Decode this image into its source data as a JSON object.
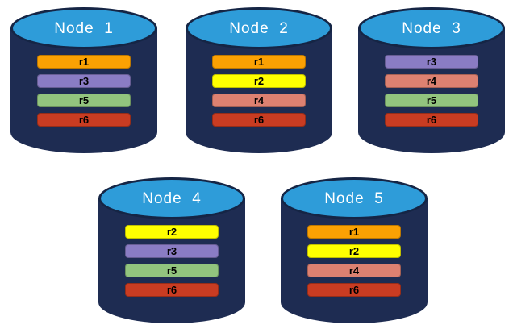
{
  "diagram": {
    "description": "Five database nodes with replicated records",
    "colors": {
      "canvas_bg": "#FFFFFF",
      "node_fill": "#1E2C52",
      "node_top_fill": "#2E9CD9",
      "node_top_border": "#152545",
      "title_color": "#FFFFFF",
      "record_text": "#000000"
    },
    "record_colors": {
      "r1": "#FBA103",
      "r2": "#FFFF00",
      "r3": "#8A7CC4",
      "r4": "#DD8171",
      "r5": "#92C47E",
      "r6": "#C93C22"
    },
    "nodes": [
      {
        "title": "Node  1",
        "records": [
          "r1",
          "r3",
          "r5",
          "r6"
        ]
      },
      {
        "title": "Node  2",
        "records": [
          "r1",
          "r2",
          "r4",
          "r6"
        ]
      },
      {
        "title": "Node  3",
        "records": [
          "r3",
          "r4",
          "r5",
          "r6"
        ]
      },
      {
        "title": "Node  4",
        "records": [
          "r2",
          "r3",
          "r5",
          "r6"
        ]
      },
      {
        "title": "Node  5",
        "records": [
          "r1",
          "r2",
          "r4",
          "r6"
        ]
      }
    ]
  }
}
